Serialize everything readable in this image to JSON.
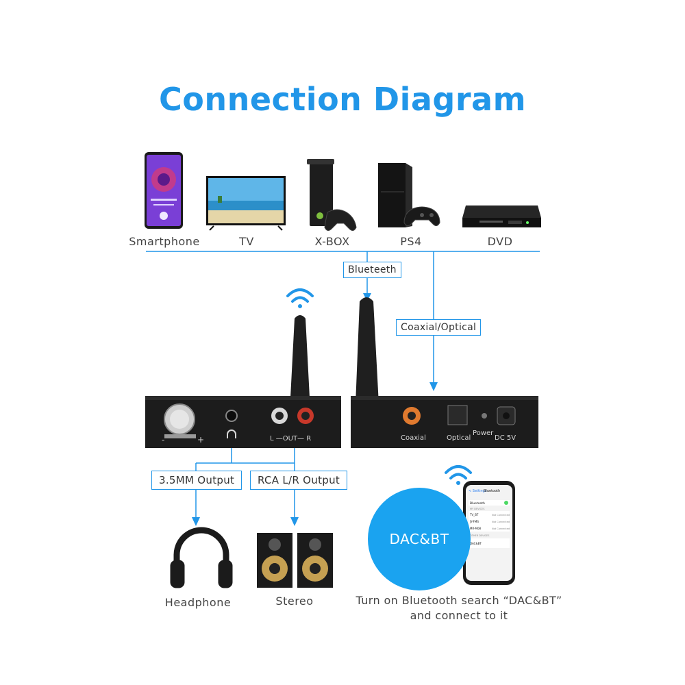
{
  "title": "Connection Diagram",
  "devices": {
    "smartphone": "Smartphone",
    "tv": "TV",
    "xbox": "X-BOX",
    "ps4": "PS4",
    "dvd": "DVD"
  },
  "connections": {
    "bluetooth": "Blueteeth",
    "coaxial_optical": "Coaxial/Optical"
  },
  "panel": {
    "out": "L —OUT— R",
    "coaxial": "Coaxial",
    "optical": "Optical",
    "power": "Power",
    "dc5v": "DC 5V",
    "volume_minus": "-",
    "volume_plus": "+"
  },
  "outputs": {
    "headphone_output": "3.5MM Output",
    "rca_output": "RCA L/R Output",
    "headphone": "Headphone",
    "stereo": "Stereo"
  },
  "phone_screen": {
    "back": "< Settings",
    "header": "Bluetooth",
    "row1": "Bluetooth",
    "row2_label": "MY DEVICES",
    "rows": [
      "TV_BT",
      "JY-FMS",
      "MR-M08"
    ],
    "row_status": "Not Connected",
    "other": "OTHER DEVICES",
    "dacbt_row": "DAC&BT"
  },
  "badge": "DAC&BT",
  "instruction_line1": "Turn on Bluetooth search “DAC&BT”",
  "instruction_line2": "and connect to it",
  "colors": {
    "accent": "#2196e8",
    "badge": "#1aa3f0",
    "device_dark": "#1c1c1c",
    "gold": "#c9a24a",
    "rca_red": "#c7382a"
  },
  "icons": [
    "wifi-icon",
    "headphone-jack-icon",
    "arrow-down-icon"
  ]
}
